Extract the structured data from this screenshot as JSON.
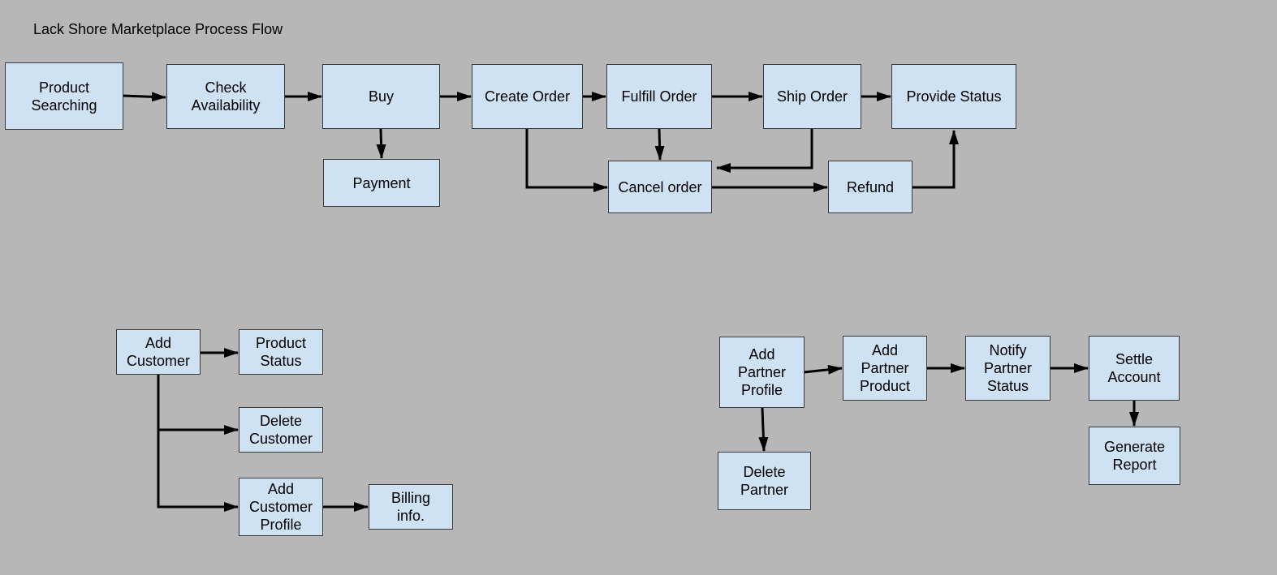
{
  "title": "Lack Shore Marketplace Process Flow",
  "colors": {
    "background": "#b7b7b7",
    "box_fill": "#cfe2f3",
    "box_border": "#3a3a3a",
    "arrow": "#000000"
  },
  "nodes": {
    "product_searching": "Product\nSearching",
    "check_availability": "Check\nAvailability",
    "buy": "Buy",
    "create_order": "Create Order",
    "fulfill_order": "Fulfill Order",
    "ship_order": "Ship Order",
    "provide_status": "Provide Status",
    "payment": "Payment",
    "cancel_order": "Cancel order",
    "refund": "Refund",
    "add_customer": "Add\nCustomer",
    "product_status": "Product\nStatus",
    "delete_customer": "Delete\nCustomer",
    "add_customer_profile": "Add\nCustomer\nProfile",
    "billing_info": "Billing\ninfo.",
    "add_partner_profile": "Add\nPartner\nProfile",
    "add_partner_product": "Add\nPartner\nProduct",
    "notify_partner_status": "Notify\nPartner\nStatus",
    "settle_account": "Settle\nAccount",
    "delete_partner": "Delete\nPartner",
    "generate_report": "Generate\nReport"
  },
  "edges": [
    [
      "product_searching",
      "check_availability"
    ],
    [
      "check_availability",
      "buy"
    ],
    [
      "buy",
      "create_order"
    ],
    [
      "create_order",
      "fulfill_order"
    ],
    [
      "fulfill_order",
      "ship_order"
    ],
    [
      "ship_order",
      "provide_status"
    ],
    [
      "buy",
      "payment"
    ],
    [
      "fulfill_order",
      "cancel_order"
    ],
    [
      "create_order",
      "cancel_order"
    ],
    [
      "ship_order",
      "cancel_order"
    ],
    [
      "cancel_order",
      "refund"
    ],
    [
      "refund",
      "provide_status"
    ],
    [
      "add_customer",
      "product_status"
    ],
    [
      "add_customer",
      "delete_customer"
    ],
    [
      "add_customer",
      "add_customer_profile"
    ],
    [
      "add_customer_profile",
      "billing_info"
    ],
    [
      "add_partner_profile",
      "add_partner_product"
    ],
    [
      "add_partner_product",
      "notify_partner_status"
    ],
    [
      "notify_partner_status",
      "settle_account"
    ],
    [
      "add_partner_profile",
      "delete_partner"
    ],
    [
      "settle_account",
      "generate_report"
    ]
  ]
}
